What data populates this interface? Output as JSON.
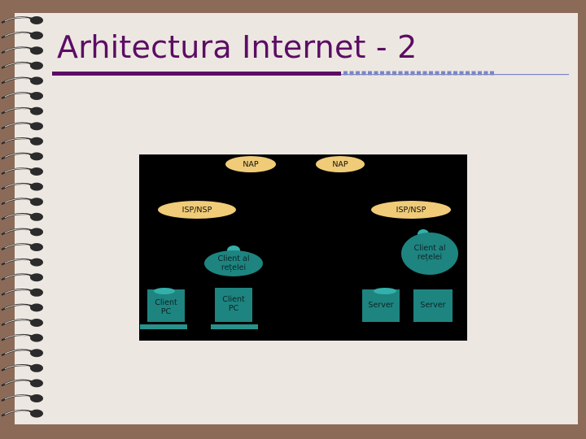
{
  "slide": {
    "title": "Arhitectura Internet - 2"
  },
  "diagram": {
    "nap_left": "NAP",
    "nap_right": "NAP",
    "isp_left": "ISP/NSP",
    "isp_right": "ISP/NSP",
    "network_client_left": "Client al\nrețelei",
    "network_client_right": "Client al\nrețelei",
    "client_pc_1": "Client\nPC",
    "client_pc_2": "Client\nPC",
    "server_1": "Server",
    "server_2": "Server"
  },
  "colors": {
    "title": "#5b0d63",
    "rule_solid": "#5b0d63",
    "rule_dashed": "#7b86c4",
    "diagram_background": "#000000",
    "oval_fill": "#f0cb78",
    "teal_fill": "#1e8480",
    "slide_frame": "#8b6b58",
    "paper": "#ede7e2"
  }
}
